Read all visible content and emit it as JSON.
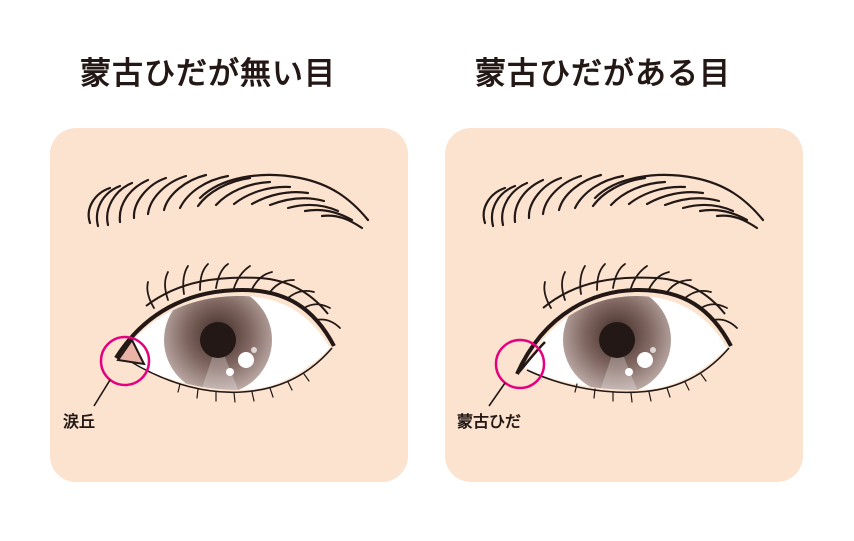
{
  "headings": {
    "left": "蒙古ひだが無い目",
    "right": "蒙古ひだがある目"
  },
  "callouts": {
    "left": "涙丘",
    "right": "蒙古ひだ"
  },
  "colors": {
    "panel": "#fbe3cf",
    "line": "#231815",
    "highlight_circle": "#e4007f",
    "caruncle": "#e9b3a8"
  }
}
